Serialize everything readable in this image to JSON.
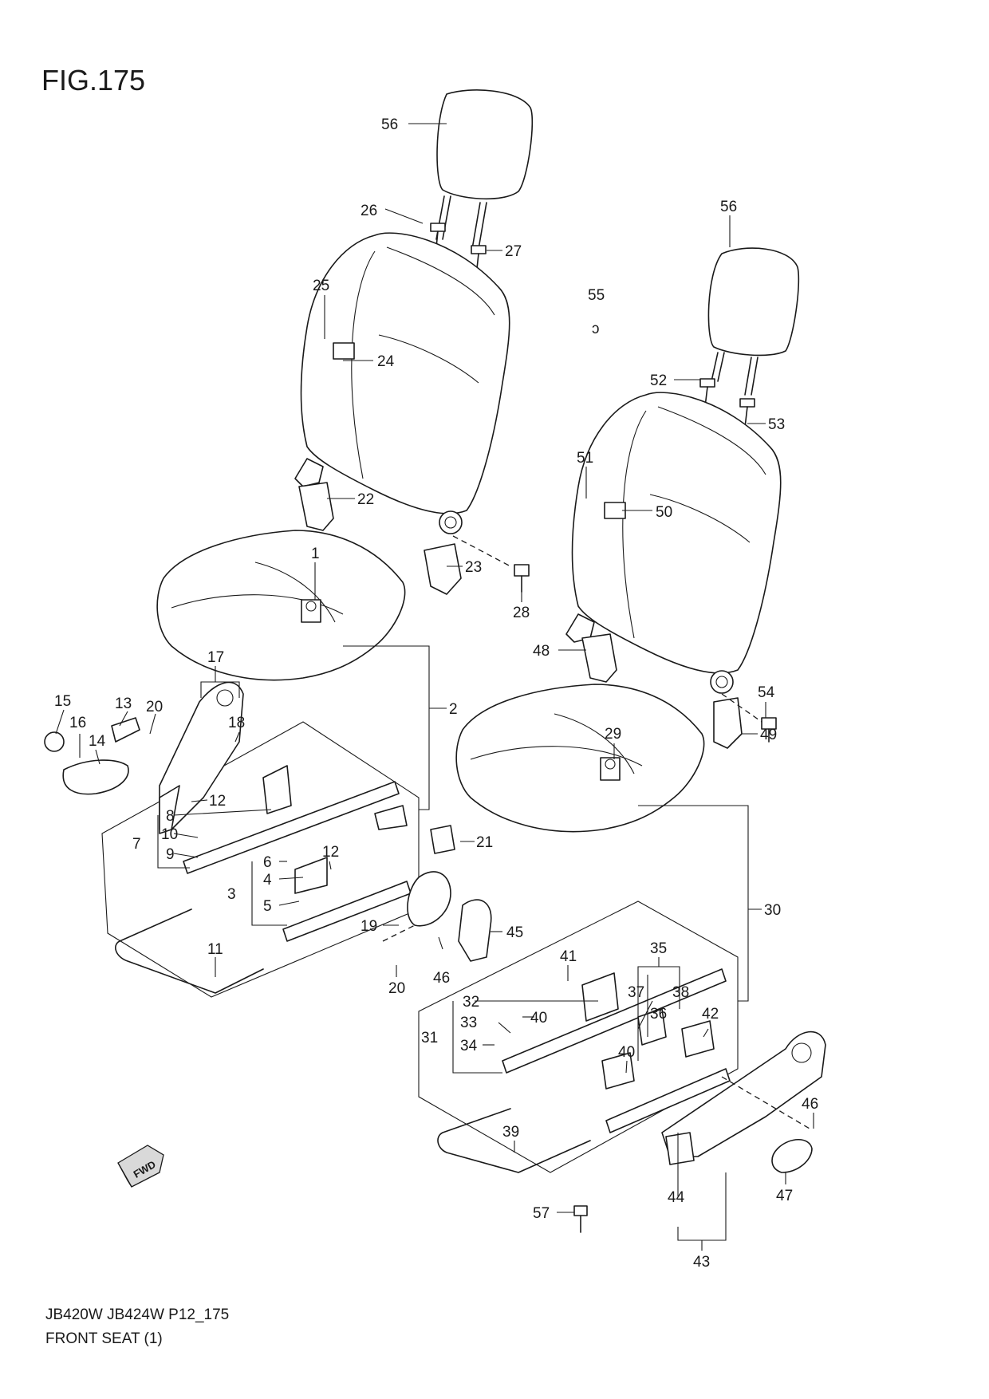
{
  "figure": {
    "title": "FIG.175"
  },
  "footer": {
    "model_line": "JB420W JB424W P12_175",
    "section_name": "FRONT SEAT (1)"
  },
  "fwd_badge": "FWD",
  "callouts": [
    {
      "id": "c56a",
      "label": "56"
    },
    {
      "id": "c26",
      "label": "26"
    },
    {
      "id": "c27",
      "label": "27"
    },
    {
      "id": "c25",
      "label": "25"
    },
    {
      "id": "c24",
      "label": "24"
    },
    {
      "id": "c22",
      "label": "22"
    },
    {
      "id": "c23",
      "label": "23"
    },
    {
      "id": "c28",
      "label": "28"
    },
    {
      "id": "c1",
      "label": "1"
    },
    {
      "id": "c2",
      "label": "2"
    },
    {
      "id": "c56b",
      "label": "56"
    },
    {
      "id": "c55",
      "label": "55"
    },
    {
      "id": "c52",
      "label": "52"
    },
    {
      "id": "c53",
      "label": "53"
    },
    {
      "id": "c51",
      "label": "51"
    },
    {
      "id": "c50",
      "label": "50"
    },
    {
      "id": "c48",
      "label": "48"
    },
    {
      "id": "c54",
      "label": "54"
    },
    {
      "id": "c49",
      "label": "49"
    },
    {
      "id": "c29",
      "label": "29"
    },
    {
      "id": "c17",
      "label": "17"
    },
    {
      "id": "c15",
      "label": "15"
    },
    {
      "id": "c13",
      "label": "13"
    },
    {
      "id": "c20a",
      "label": "20"
    },
    {
      "id": "c18",
      "label": "18"
    },
    {
      "id": "c16",
      "label": "16"
    },
    {
      "id": "c14",
      "label": "14"
    },
    {
      "id": "c12a",
      "label": "12"
    },
    {
      "id": "c8",
      "label": "8"
    },
    {
      "id": "c10",
      "label": "10"
    },
    {
      "id": "c7",
      "label": "7"
    },
    {
      "id": "c9",
      "label": "9"
    },
    {
      "id": "c12b",
      "label": "12"
    },
    {
      "id": "c21",
      "label": "21"
    },
    {
      "id": "c6",
      "label": "6"
    },
    {
      "id": "c4",
      "label": "4"
    },
    {
      "id": "c3",
      "label": "3"
    },
    {
      "id": "c5",
      "label": "5"
    },
    {
      "id": "c19",
      "label": "19"
    },
    {
      "id": "c11",
      "label": "11"
    },
    {
      "id": "c20b",
      "label": "20"
    },
    {
      "id": "c46a",
      "label": "46"
    },
    {
      "id": "c45",
      "label": "45"
    },
    {
      "id": "c30",
      "label": "30"
    },
    {
      "id": "c41",
      "label": "41"
    },
    {
      "id": "c35",
      "label": "35"
    },
    {
      "id": "c37",
      "label": "37"
    },
    {
      "id": "c38",
      "label": "38"
    },
    {
      "id": "c32",
      "label": "32"
    },
    {
      "id": "c40a",
      "label": "40"
    },
    {
      "id": "c36",
      "label": "36"
    },
    {
      "id": "c42",
      "label": "42"
    },
    {
      "id": "c33",
      "label": "33"
    },
    {
      "id": "c31",
      "label": "31"
    },
    {
      "id": "c34",
      "label": "34"
    },
    {
      "id": "c40b",
      "label": "40"
    },
    {
      "id": "c46b",
      "label": "46"
    },
    {
      "id": "c39",
      "label": "39"
    },
    {
      "id": "c47",
      "label": "47"
    },
    {
      "id": "c44",
      "label": "44"
    },
    {
      "id": "c57",
      "label": "57"
    },
    {
      "id": "c43",
      "label": "43"
    }
  ]
}
